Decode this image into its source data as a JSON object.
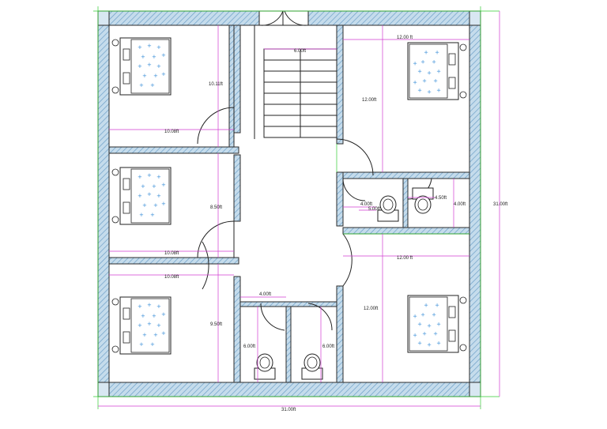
{
  "colors": {
    "wall_fill": "#c5dcec",
    "wall_hatch": "#6fa0c8",
    "wall_line": "#2b2b2b",
    "dimension_line": "#d23cd2",
    "guide_line": "#33cc33",
    "bed_icon": "#3a8fd8",
    "background": "#ffffff"
  },
  "dimensions": {
    "overall_width": "31.00ft",
    "overall_height": "31.00ft",
    "stair_width": "6.00ft",
    "room1_height": "10.11ft",
    "room1_width": "10.08ft",
    "room2_height": "8.50ft",
    "room2_width": "10.08ft",
    "room3_width": "10.08ft",
    "room3_height": "9.50ft",
    "room4_width": "12.00 ft",
    "room4_height": "12.00ft",
    "room5_width": "12.00 ft",
    "room5_height": "12.00ft",
    "bath_a_width": "4.00ft",
    "bath_a_inner": "5.00ft",
    "bath_b_width": "4.50ft",
    "bath_b_height": "4.00ft",
    "passage_width": "4.00ft",
    "toilet_left_height": "6.00ft",
    "toilet_right_height": "6.00ft"
  },
  "icons": {
    "bed": "double-bed-icon",
    "toilet": "toilet-icon",
    "door": "door-swing-icon",
    "stairs": "staircase-icon"
  }
}
